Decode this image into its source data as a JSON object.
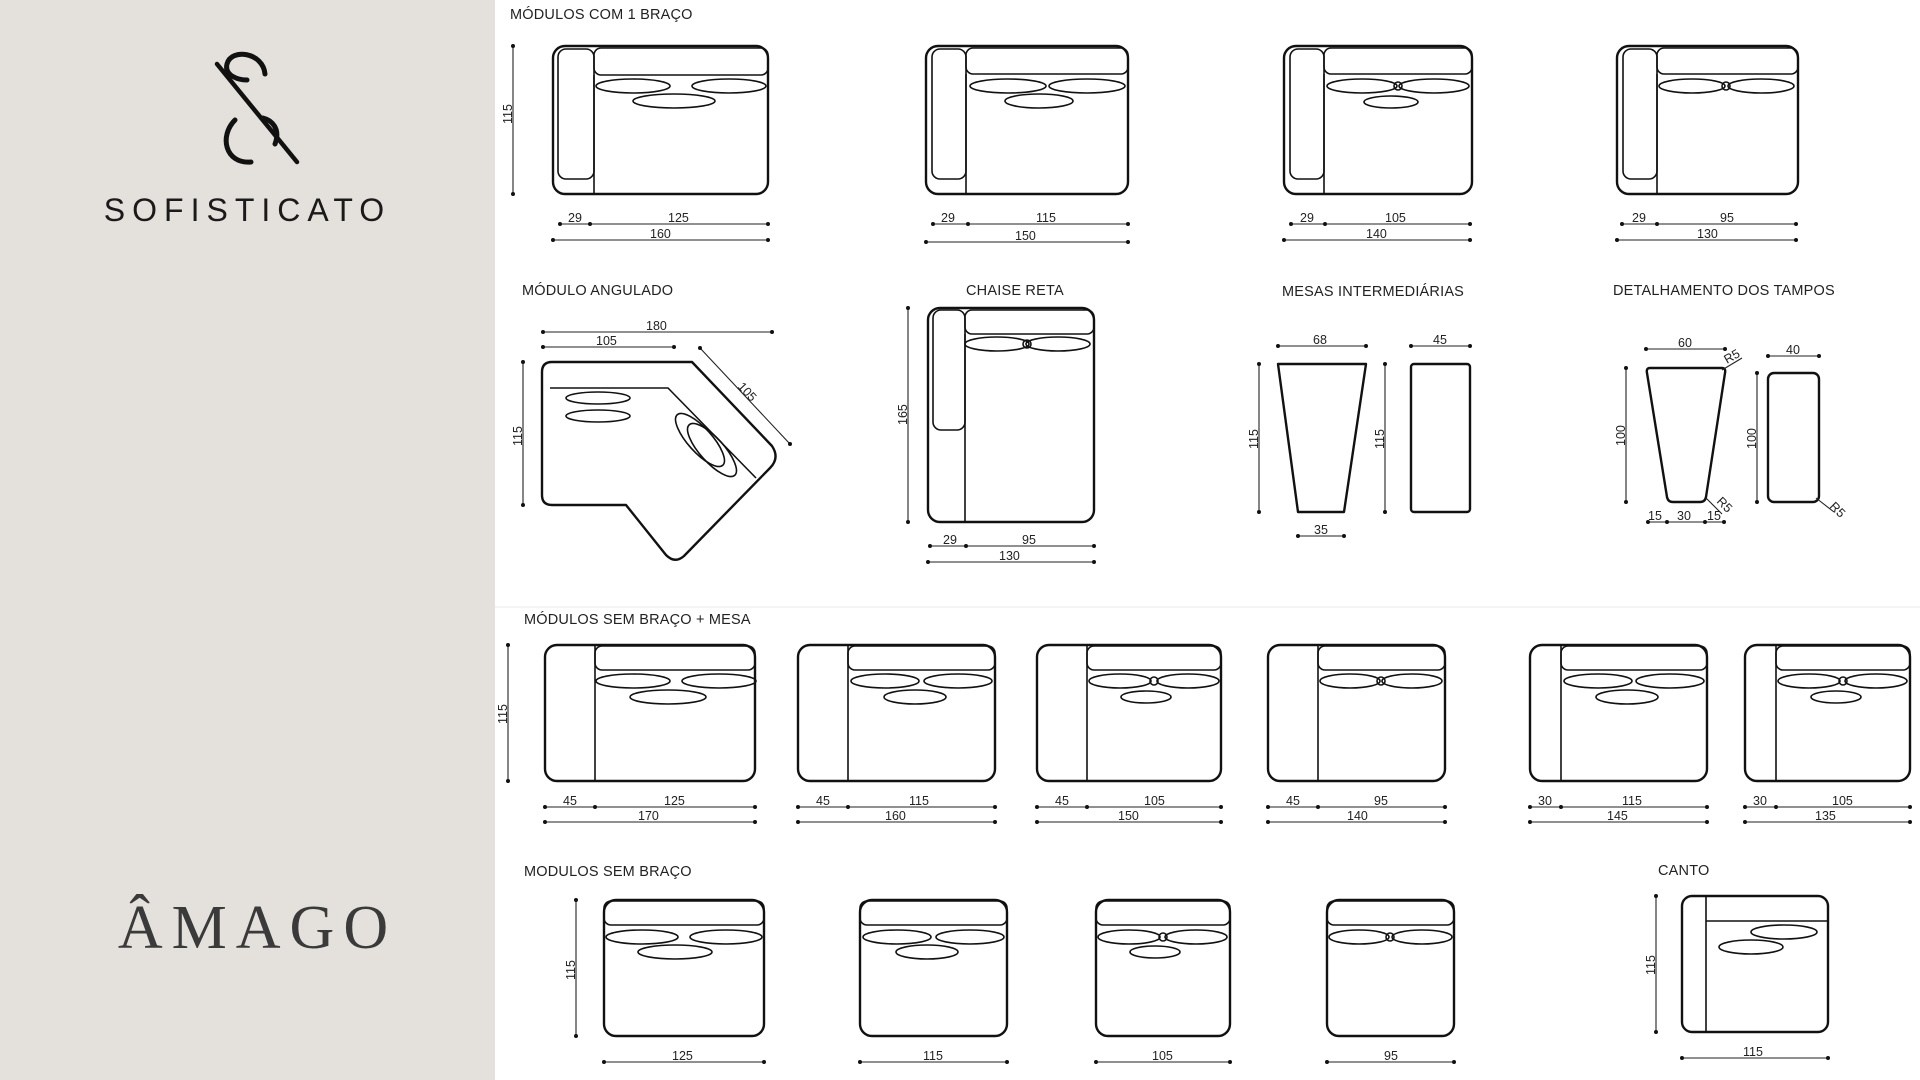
{
  "brand": {
    "name": "SOFISTICATO",
    "product": "ÂMAGO"
  },
  "sections": {
    "one_arm": "MÓDULOS COM 1 BRAÇO",
    "angled": "MÓDULO ANGULADO",
    "chaise": "CHAISE RETA",
    "tables": "MESAS INTERMEDIÁRIAS",
    "tops": "DETALHAMENTO DOS TAMPOS",
    "armless_table": "MÓDULOS SEM BRAÇO + MESA",
    "armless": "MODULOS SEM BRAÇO",
    "corner": "CANTO"
  },
  "dims": {
    "one_arm": [
      {
        "depth": "115",
        "arm": "29",
        "seat": "125",
        "total": "160"
      },
      {
        "arm": "29",
        "seat": "115",
        "total": "150"
      },
      {
        "arm": "29",
        "seat": "105",
        "total": "140"
      },
      {
        "arm": "29",
        "seat": "95",
        "total": "130"
      }
    ],
    "angled": {
      "total": "180",
      "seat": "105",
      "diag": "105",
      "depth": "115"
    },
    "chaise": {
      "depth": "165",
      "arm": "29",
      "seat": "95",
      "total": "130"
    },
    "tables": {
      "top_a": "68",
      "height_a": "115",
      "bottom_a": "35",
      "top_b": "45",
      "height_b": "115"
    },
    "tops": {
      "w_a": "60",
      "r_a": "R5",
      "h_a": "100",
      "seg1": "15",
      "seg2": "30",
      "seg3": "15",
      "r_a2": "R5",
      "w_b": "40",
      "h_b": "100",
      "r_b": "R5"
    },
    "armless_table": [
      {
        "depth": "115",
        "table": "45",
        "seat": "125",
        "total": "170"
      },
      {
        "table": "45",
        "seat": "115",
        "total": "160"
      },
      {
        "table": "45",
        "seat": "105",
        "total": "150"
      },
      {
        "table": "45",
        "seat": "95",
        "total": "140"
      },
      {
        "table": "30",
        "seat": "115",
        "total": "145"
      },
      {
        "table": "30",
        "seat": "105",
        "total": "135"
      }
    ],
    "armless": [
      {
        "depth": "115",
        "seat": "125"
      },
      {
        "seat": "115"
      },
      {
        "seat": "105"
      },
      {
        "seat": "95"
      }
    ],
    "corner": {
      "depth": "115",
      "width": "115"
    }
  },
  "colors": {
    "sidebar": "#e4e1dc",
    "ink": "#111111"
  }
}
